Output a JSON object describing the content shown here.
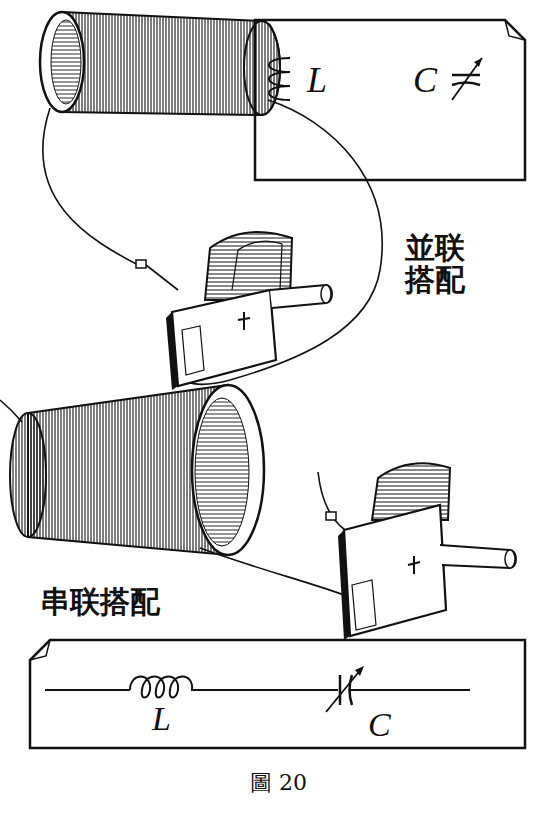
{
  "diagram": {
    "caption": "圖 20",
    "nodes": [
      {
        "text": [
          "L",
          "C"
        ]
      },
      {
        "text": [
          "L",
          "C"
        ]
      }
    ],
    "edges": [],
    "labels": [
      "並联 搭配",
      "串联搭配"
    ]
  }
}
